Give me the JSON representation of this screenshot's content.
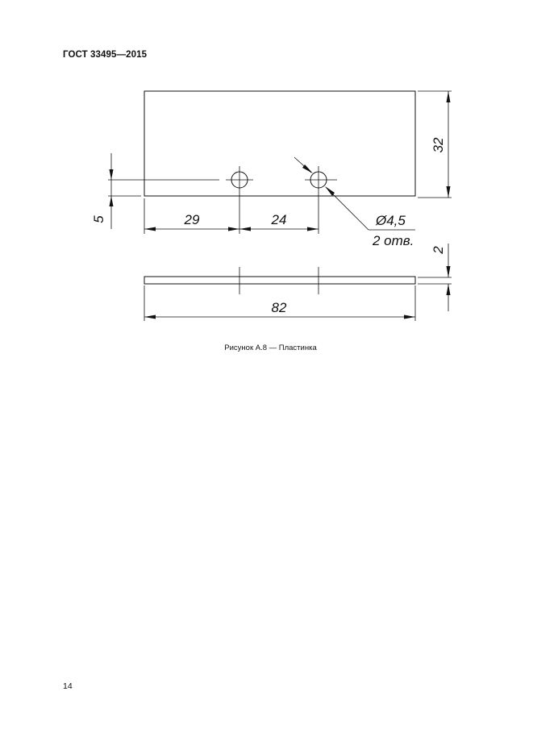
{
  "header": {
    "standard": "ГОСТ 33495—2015"
  },
  "drawing": {
    "dim_width_hole1": "29",
    "dim_hole_spacing": "24",
    "dim_hole_offset": "5",
    "dim_height": "32",
    "dim_hole_diameter": "Ø4,5",
    "dim_hole_count": "2 отв.",
    "dim_thickness": "2",
    "dim_length": "82"
  },
  "caption": "Рисунок А.8 — Пластинка",
  "page_number": "14"
}
